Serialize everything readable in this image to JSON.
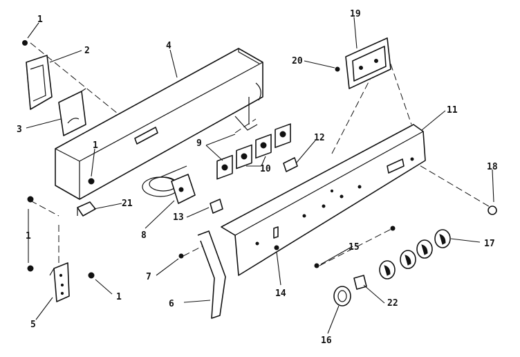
{
  "diagram": {
    "callouts": [
      {
        "id": "c1a",
        "text": "1"
      },
      {
        "id": "c2",
        "text": "2"
      },
      {
        "id": "c3",
        "text": "3"
      },
      {
        "id": "c4",
        "text": "4"
      },
      {
        "id": "c1b",
        "text": "1"
      },
      {
        "id": "c9",
        "text": "9"
      },
      {
        "id": "c10",
        "text": "10"
      },
      {
        "id": "c12",
        "text": "12"
      },
      {
        "id": "c19",
        "text": "19"
      },
      {
        "id": "c20",
        "text": "20"
      },
      {
        "id": "c11",
        "text": "11"
      },
      {
        "id": "c18",
        "text": "18"
      },
      {
        "id": "c21",
        "text": "21"
      },
      {
        "id": "c8",
        "text": "8"
      },
      {
        "id": "c13",
        "text": "13"
      },
      {
        "id": "c1c",
        "text": "1"
      },
      {
        "id": "c1d",
        "text": "1"
      },
      {
        "id": "c5",
        "text": "5"
      },
      {
        "id": "c7",
        "text": "7"
      },
      {
        "id": "c6",
        "text": "6"
      },
      {
        "id": "c14",
        "text": "14"
      },
      {
        "id": "c15",
        "text": "15"
      },
      {
        "id": "c17",
        "text": "17"
      },
      {
        "id": "c22",
        "text": "22"
      },
      {
        "id": "c16",
        "text": "16"
      }
    ]
  }
}
